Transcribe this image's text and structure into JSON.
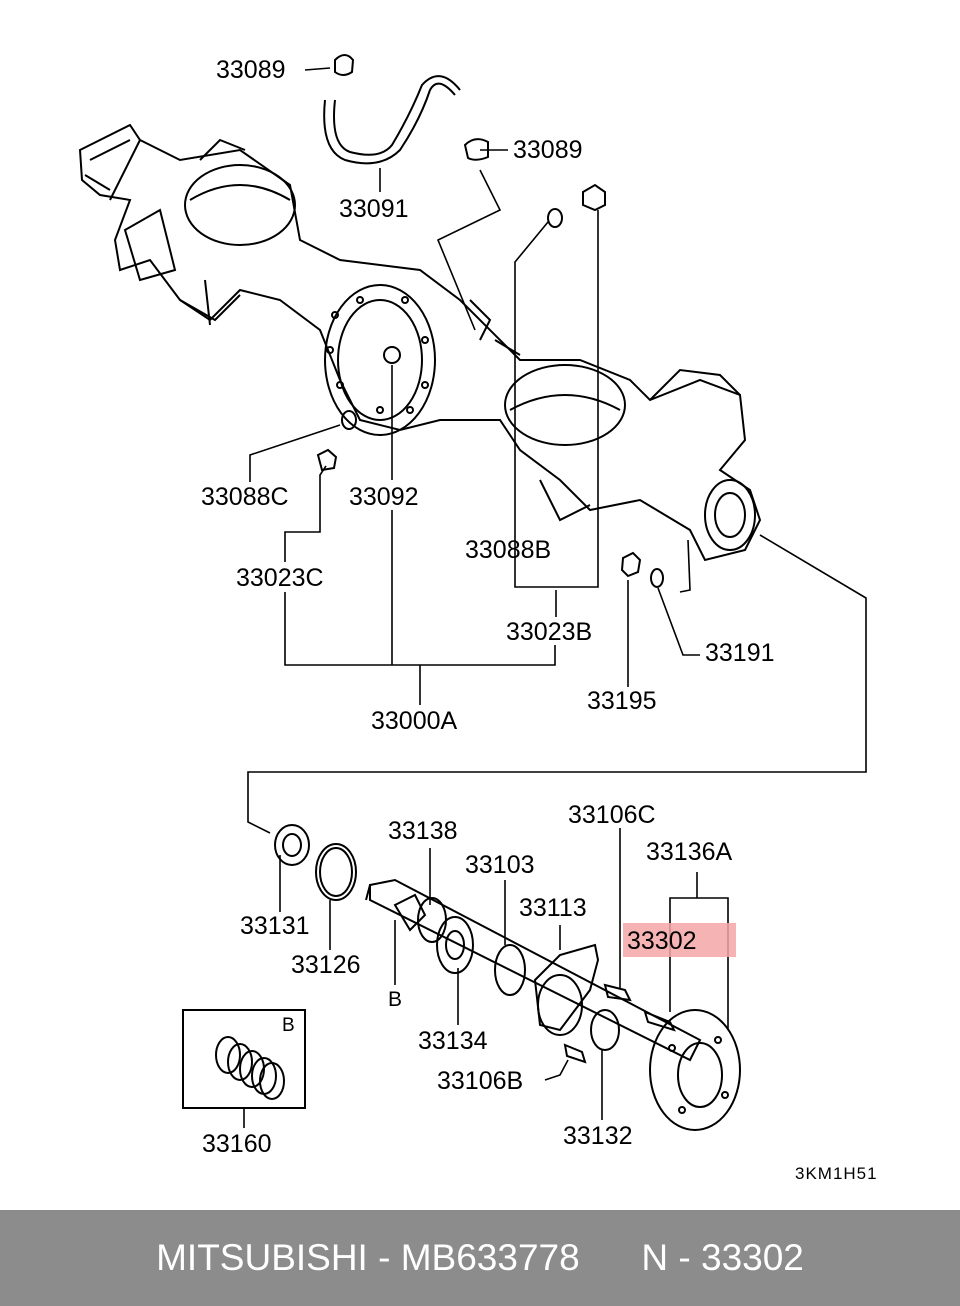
{
  "labels": {
    "p33089_top": "33089",
    "p33089_right": "33089",
    "p33091": "33091",
    "p33088C": "33088C",
    "p33092": "33092",
    "p33088B": "33088B",
    "p33023C": "33023C",
    "p33023B": "33023B",
    "p33191": "33191",
    "p33195": "33195",
    "p33000A": "33000A",
    "p33138": "33138",
    "p33106C": "33106C",
    "p33103": "33103",
    "p33136A": "33136A",
    "p33113": "33113",
    "p33302": "33302",
    "p33131": "33131",
    "p33126": "33126",
    "b_label": "B",
    "box_b": "B",
    "p33134": "33134",
    "p33106B": "33106B",
    "p33132": "33132",
    "p33160": "33160",
    "ref_code": "3KM1H51"
  },
  "highlight_color": "#f4a6a6",
  "footer": {
    "brand": "MITSUBISHI",
    "sep1": " - ",
    "part_number": "MB633778",
    "gap": "      ",
    "ref": "N - 33302"
  }
}
